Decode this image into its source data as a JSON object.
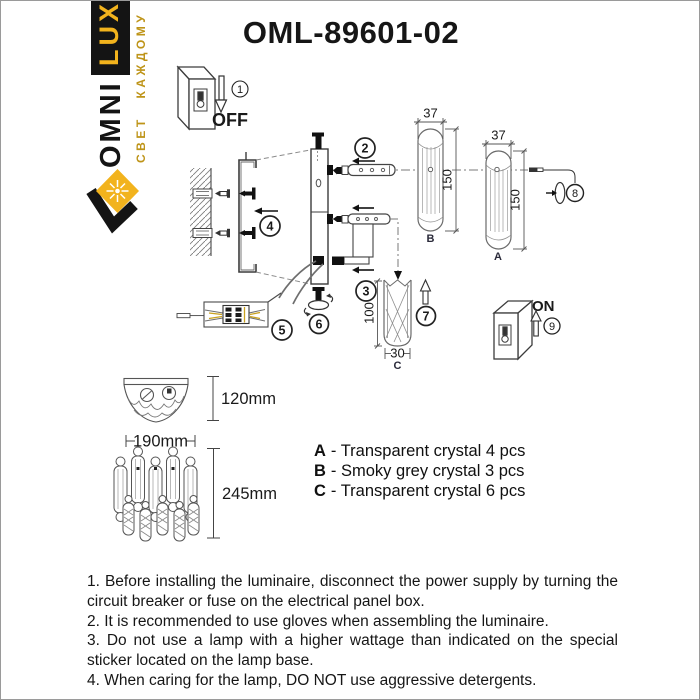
{
  "page": {
    "title": "OML-89601-02"
  },
  "logo": {
    "omni": "OMNI",
    "lux": "LUX",
    "tagline": "СВЕТ КАЖДОМУ",
    "accent_color": "#F2B31D"
  },
  "diagram": {
    "off_label": "OFF",
    "on_label": "ON",
    "steps": {
      "s1": "1",
      "s2": "2",
      "s3": "3",
      "s4": "4",
      "s5": "5",
      "s6": "6",
      "s7": "7",
      "s8": "8",
      "s9": "9"
    },
    "dims": {
      "b_width": "37",
      "b_height": "150",
      "a_width": "37",
      "a_height": "150",
      "c_height": "100",
      "c_width": "30",
      "depth": "120mm",
      "width": "190mm",
      "height": "245mm"
    },
    "crystal_labels": {
      "a": "A",
      "b": "B",
      "c": "C"
    }
  },
  "parts": [
    {
      "key": "A",
      "desc": "- Transparent crystal 4 pcs"
    },
    {
      "key": "B",
      "desc": "- Smoky grey crystal 3 pcs"
    },
    {
      "key": "C",
      "desc": "- Transparent crystal 6 pcs"
    }
  ],
  "instructions": [
    "1. Before installing the luminaire, disconnect the power supply by turning the circuit breaker or fuse on the electrical panel box.",
    "2. It is recommended to use gloves when assembling the luminaire.",
    "3. Do not use a lamp with a higher wattage than indicated on the special sticker located on the lamp base.",
    "4. When caring for the lamp, DO NOT use aggressive detergents."
  ]
}
